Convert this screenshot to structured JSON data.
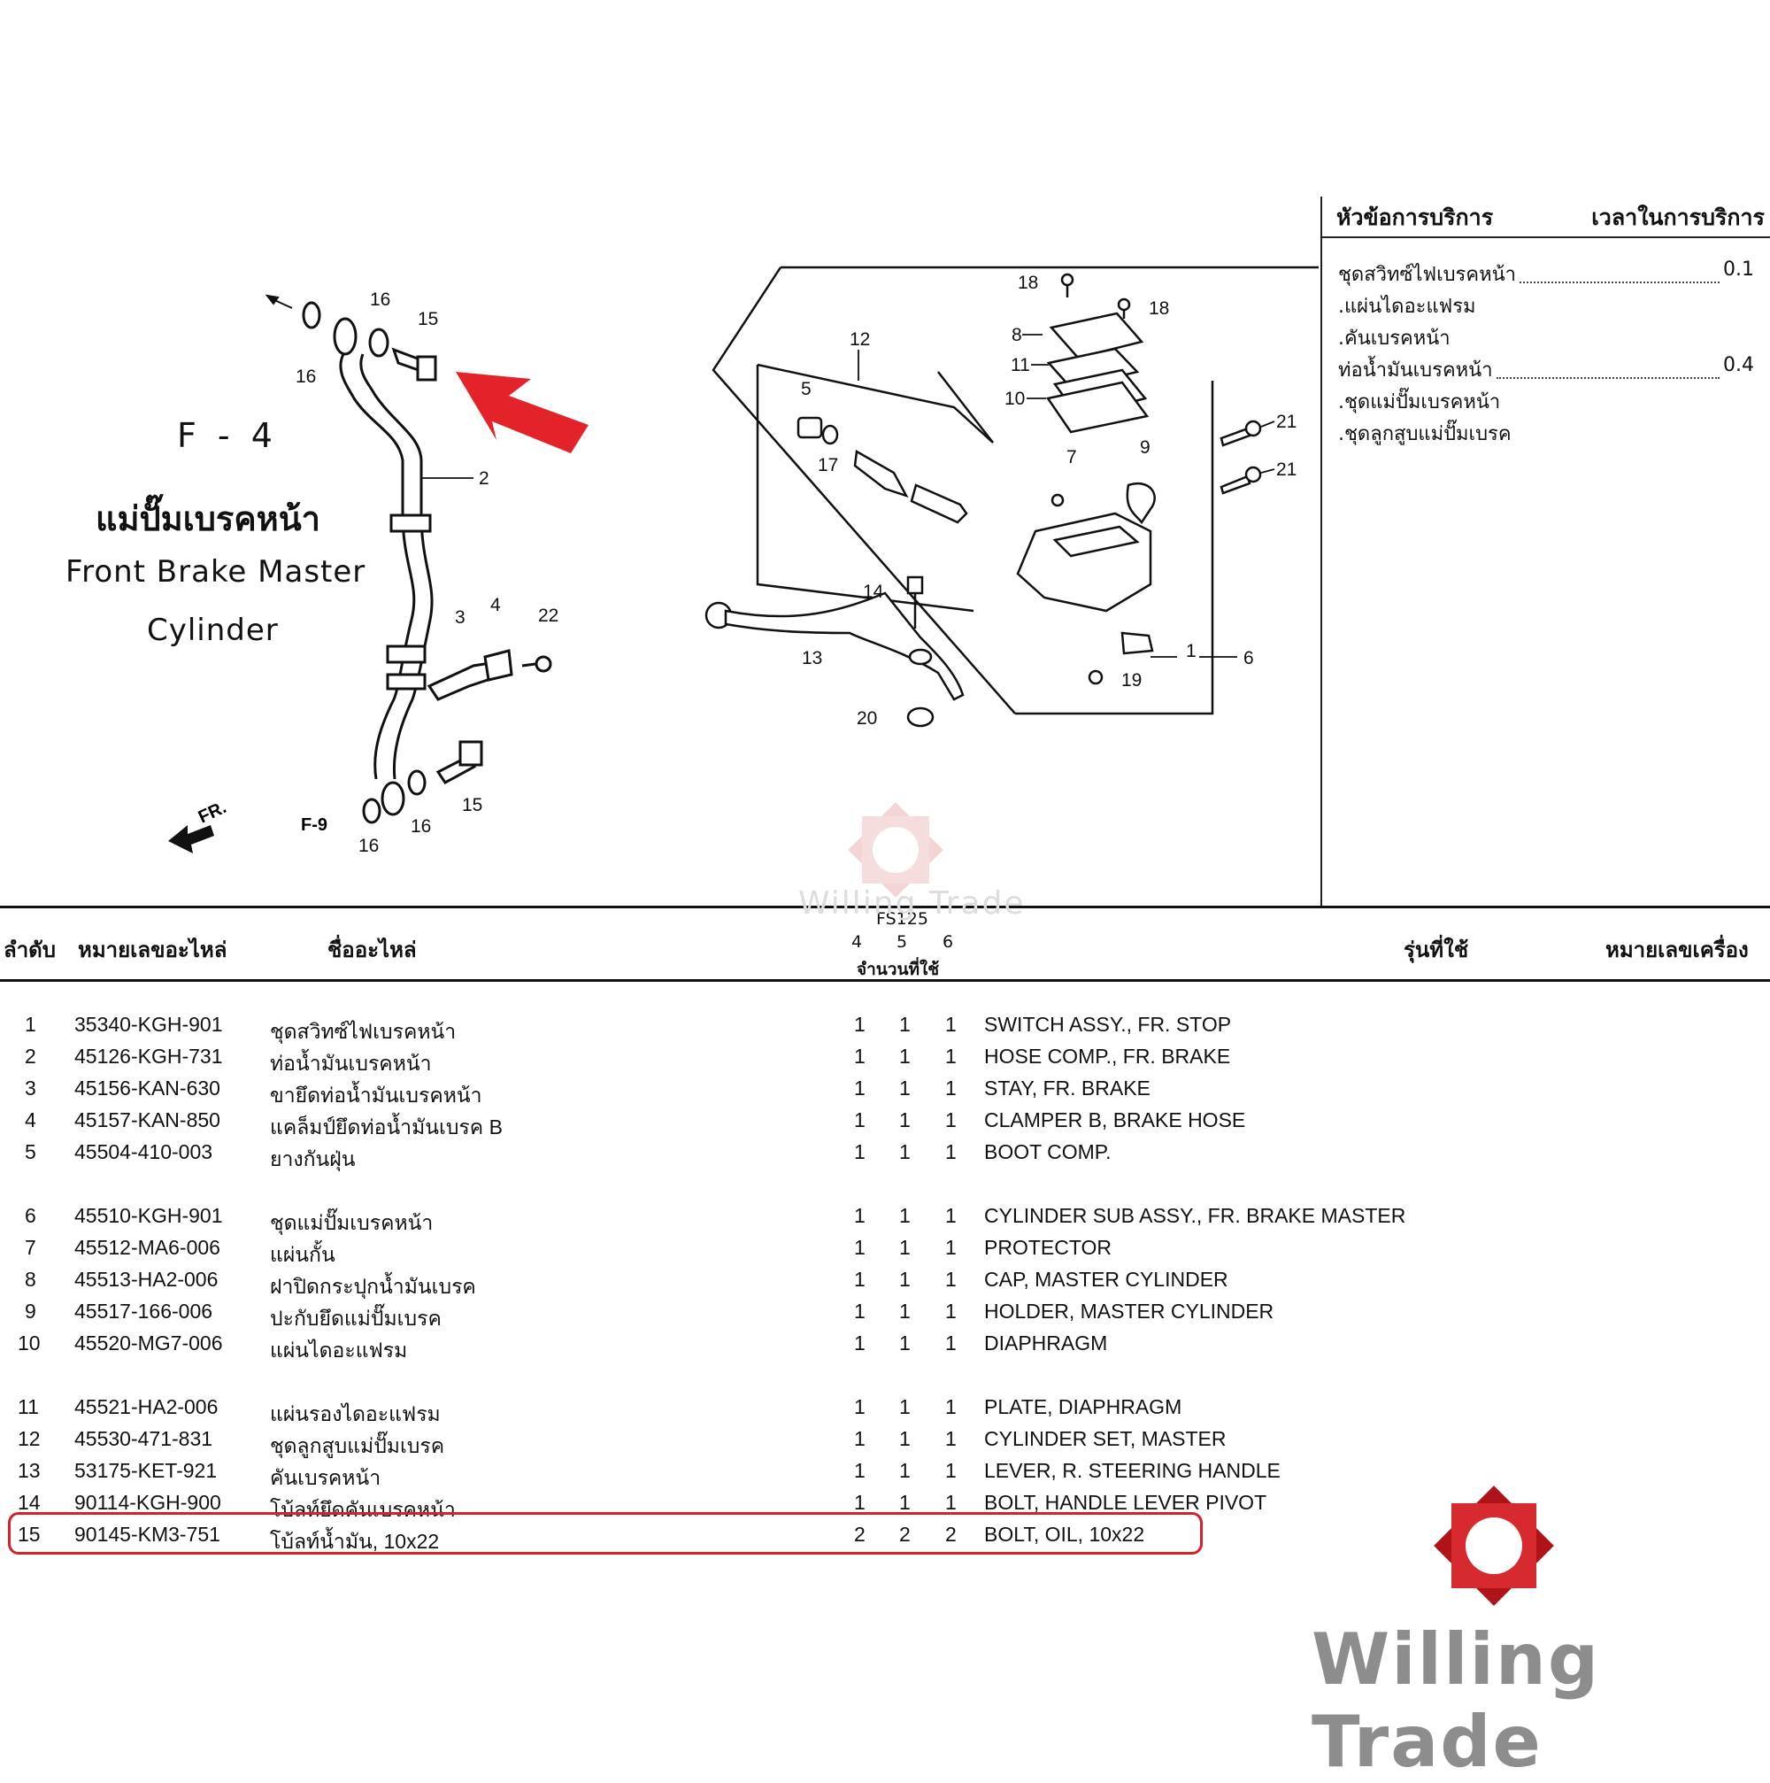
{
  "title_block": {
    "code": "F - 4",
    "name_thai": "แม่ปั๊มเบรคหน้า",
    "name_en_line1": "Front Brake Master",
    "name_en_line2": "Cylinder"
  },
  "diagram": {
    "callouts": [
      "1",
      "2",
      "3",
      "4",
      "5",
      "6",
      "7",
      "8",
      "9",
      "10",
      "11",
      "12",
      "13",
      "14",
      "15",
      "15",
      "16",
      "16",
      "16",
      "16",
      "17",
      "18",
      "18",
      "19",
      "20",
      "21",
      "21",
      "22"
    ],
    "ref_label": "F-9",
    "front_label": "FR.",
    "pointer_arrow_color": "#e3222a"
  },
  "service": {
    "header_left": "หัวข้อการบริการ",
    "header_right": "เวลาในการบริการ",
    "items": [
      {
        "label": "ชุดสวิทซ์ไฟเบรคหน้า",
        "time": "0.1"
      },
      {
        "label": ".แผ่นไดอะแฟรม",
        "time": ""
      },
      {
        "label": ".คันเบรคหน้า",
        "time": ""
      },
      {
        "label": "ท่อน้ำมันเบรคหน้า",
        "time": "0.4"
      },
      {
        "label": ".ชุดแม่ปั๊มเบรคหน้า",
        "time": ""
      },
      {
        "label": ".ชุดลูกสูบแม่ปั๊มเบรค",
        "time": ""
      }
    ]
  },
  "table": {
    "headers": {
      "no": "ลำดับ",
      "part_no": "หมายเลขอะไหล่",
      "part_name": "ชื่ออะไหล่",
      "model": "FS125",
      "cols": [
        "4",
        "5",
        "6"
      ],
      "qty": "จำนวนที่ใช้",
      "used_model": "รุ่นที่ใช้",
      "engine_no": "หมายเลขเครื่อง"
    },
    "rows": [
      {
        "no": "1",
        "part_no": "35340-KGH-901",
        "name_th": "ชุดสวิทซ์ไฟเบรคหน้า",
        "q": [
          "1",
          "1",
          "1"
        ],
        "name_en": "SWITCH ASSY., FR. STOP"
      },
      {
        "no": "2",
        "part_no": "45126-KGH-731",
        "name_th": "ท่อน้ำมันเบรคหน้า",
        "q": [
          "1",
          "1",
          "1"
        ],
        "name_en": "HOSE COMP., FR. BRAKE"
      },
      {
        "no": "3",
        "part_no": "45156-KAN-630",
        "name_th": "ขายึดท่อน้ำมันเบรคหน้า",
        "q": [
          "1",
          "1",
          "1"
        ],
        "name_en": "STAY, FR. BRAKE"
      },
      {
        "no": "4",
        "part_no": "45157-KAN-850",
        "name_th": "แคล็มป์ยึดท่อน้ำมันเบรค B",
        "q": [
          "1",
          "1",
          "1"
        ],
        "name_en": "CLAMPER B, BRAKE HOSE"
      },
      {
        "no": "5",
        "part_no": "45504-410-003",
        "name_th": "ยางกันฝุ่น",
        "q": [
          "1",
          "1",
          "1"
        ],
        "name_en": "BOOT COMP."
      },
      {
        "no": "6",
        "part_no": "45510-KGH-901",
        "name_th": "ชุดแม่ปั๊มเบรคหน้า",
        "q": [
          "1",
          "1",
          "1"
        ],
        "name_en": "CYLINDER SUB ASSY., FR. BRAKE MASTER"
      },
      {
        "no": "7",
        "part_no": "45512-MA6-006",
        "name_th": "แผ่นกั้น",
        "q": [
          "1",
          "1",
          "1"
        ],
        "name_en": "PROTECTOR"
      },
      {
        "no": "8",
        "part_no": "45513-HA2-006",
        "name_th": "ฝาปิดกระปุกน้ำมันเบรค",
        "q": [
          "1",
          "1",
          "1"
        ],
        "name_en": "CAP, MASTER CYLINDER"
      },
      {
        "no": "9",
        "part_no": "45517-166-006",
        "name_th": "ปะกับยึดแม่ปั๊มเบรค",
        "q": [
          "1",
          "1",
          "1"
        ],
        "name_en": "HOLDER, MASTER CYLINDER"
      },
      {
        "no": "10",
        "part_no": "45520-MG7-006",
        "name_th": "แผ่นไดอะแฟรม",
        "q": [
          "1",
          "1",
          "1"
        ],
        "name_en": "DIAPHRAGM"
      },
      {
        "no": "11",
        "part_no": "45521-HA2-006",
        "name_th": "แผ่นรองไดอะแฟรม",
        "q": [
          "1",
          "1",
          "1"
        ],
        "name_en": "PLATE, DIAPHRAGM"
      },
      {
        "no": "12",
        "part_no": "45530-471-831",
        "name_th": "ชุดลูกสูบแม่ปั๊มเบรค",
        "q": [
          "1",
          "1",
          "1"
        ],
        "name_en": "CYLINDER SET, MASTER"
      },
      {
        "no": "13",
        "part_no": "53175-KET-921",
        "name_th": "คันเบรคหน้า",
        "q": [
          "1",
          "1",
          "1"
        ],
        "name_en": "LEVER, R. STEERING HANDLE"
      },
      {
        "no": "14",
        "part_no": "90114-KGH-900",
        "name_th": "โบ้ลท์ยึดคันเบรคหน้า",
        "q": [
          "1",
          "1",
          "1"
        ],
        "name_en": "BOLT, HANDLE LEVER PIVOT"
      },
      {
        "no": "15",
        "part_no": "90145-KM3-751",
        "name_th": "โบ้ลท์น้ำมัน, 10x22",
        "q": [
          "2",
          "2",
          "2"
        ],
        "name_en": "BOLT, OIL, 10x22"
      }
    ],
    "highlight_row": "15",
    "highlight_color": "#d6202a"
  },
  "watermark": {
    "brand": "Willing Trade",
    "logo_color": "#c0141c"
  }
}
